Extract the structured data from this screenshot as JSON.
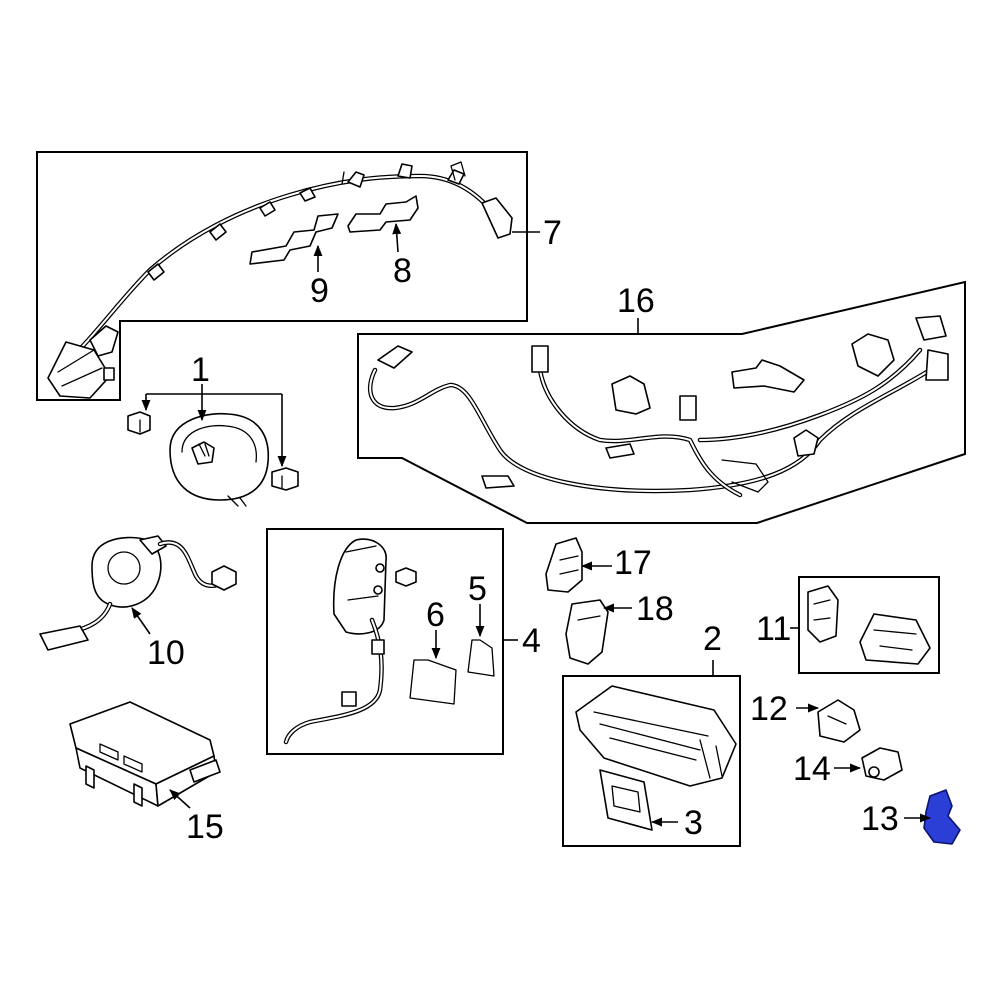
{
  "callouts": {
    "c1": "1",
    "c2": "2",
    "c3": "3",
    "c4": "4",
    "c5": "5",
    "c6": "6",
    "c7": "7",
    "c8": "8",
    "c9": "9",
    "c10": "10",
    "c11": "11",
    "c12": "12",
    "c13": "13",
    "c14": "14",
    "c15": "15",
    "c16": "16",
    "c17": "17",
    "c18": "18"
  },
  "colors": {
    "highlight_fill": "#2b3fd6",
    "highlight_stroke": "#0a1470",
    "line": "#000000",
    "background": "#ffffff"
  },
  "highlighted_part": "13"
}
